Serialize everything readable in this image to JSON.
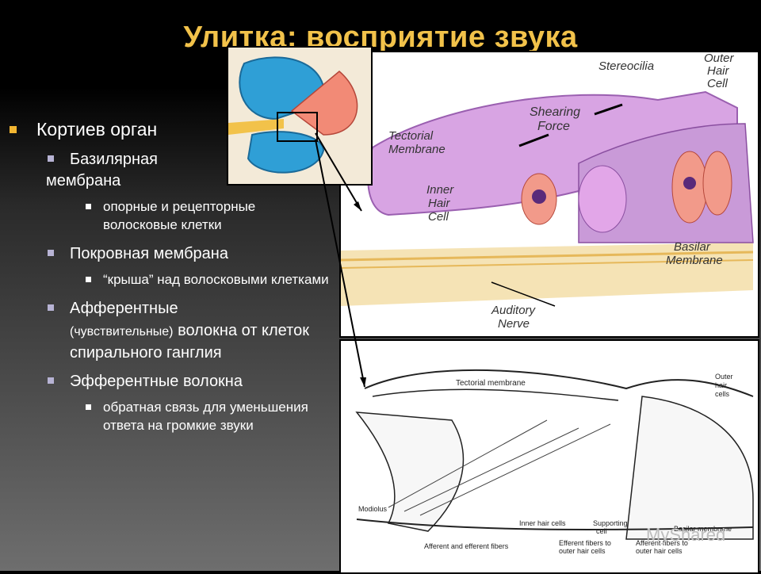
{
  "slide": {
    "title": "Улитка: восприятие звука"
  },
  "bullets": {
    "b1": "Кортиев орган",
    "b1_1a": "Базилярная",
    "b1_1b": "мембрана",
    "b1_1_1": "опорные и рецепторные волосковые клетки",
    "b1_2": "Покровная мембрана",
    "b1_2_1": "“крыша” над волосковыми клетками",
    "b1_3a": "Афферентные",
    "b1_3small": "(чувствительные)",
    "b1_3b": "волокна от клеток спирального ганглия",
    "b1_4": "Эфферентные волокна",
    "b1_4_1": "обратная связь для уменьшения ответа на громкие звуки"
  },
  "figure_top": {
    "labels": {
      "stereocilia": "Stereocilia",
      "outer_hair_cell": "Outer\nHair\nCell",
      "shearing_force": "Shearing\nForce",
      "tectorial_membrane": "Tectorial\nMembrane",
      "inner_hair_cell": "Inner\nHair\nCell",
      "basilar_membrane": "Basilar\nMembrane",
      "auditory_nerve": "Auditory\nNerve"
    }
  },
  "figure_bottom": {
    "labels": {
      "tectorial_membrane": "Tectorial membrane",
      "outer_hair_cells": "Outer\nhair\ncells",
      "modiolus": "Modiolus",
      "inner_hair_cells": "Inner hair cells",
      "supporting_cell": "Supporting\ncell",
      "basilar_membrane": "Basilar membrane",
      "afferent_efferent": "Afferent and efferent fibers",
      "efferent_to_outer": "Efferent fibers to\nouter hair cells",
      "afferent_to_outer": "Afferent fibers to\nouter hair cells"
    },
    "watermark": "MyShared"
  },
  "colors": {
    "title": "#f2c24a",
    "bullet_l1": "#f2b531",
    "bullet_l2": "#b7b3d4",
    "membrane_purple": "#d8a4e3",
    "cell_salmon": "#f29a8a",
    "cochlea_blue": "#2f9fd6"
  }
}
